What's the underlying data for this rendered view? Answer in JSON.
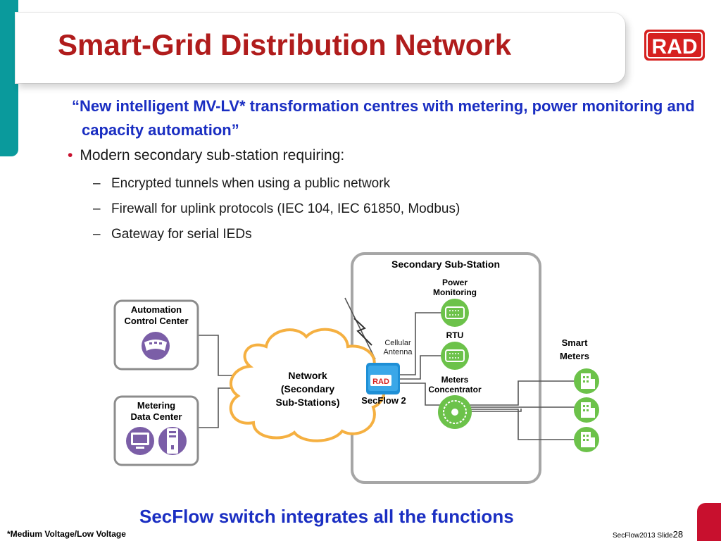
{
  "title": "Smart-Grid Distribution Network",
  "logo_text": "RAD",
  "quote": "“New intelligent MV-LV* transformation centres with metering, power monitoring and capacity automation”",
  "bullet": "Modern secondary sub-station requiring:",
  "subbullets": [
    "Encrypted tunnels when using a public network",
    "Firewall for uplink protocols (IEC 104, IEC 61850, Modbus)",
    "Gateway for serial IEDs"
  ],
  "dash": "–",
  "diagram": {
    "automation_line1": "Automation",
    "automation_line2": "Control Center",
    "metering_line1": "Metering",
    "metering_line2": "Data Center",
    "network_line1": "Network",
    "network_line2": "(Secondary",
    "network_line3": "Sub-Stations)",
    "substation_title": "Secondary Sub-Station",
    "power_line1": "Power",
    "power_line2": "Monitoring",
    "rtu": "RTU",
    "meters_line1": "Meters",
    "meters_line2": "Concentrator",
    "cellular_line1": "Cellular",
    "cellular_line2": "Antenna",
    "secflow_label": "SecFlow 2",
    "secflow_badge": "RAD",
    "smart_line1": "Smart",
    "smart_line2": "Meters"
  },
  "footer": "SecFlow switch integrates all the functions",
  "footnote": "*Medium Voltage/Low Voltage",
  "slide_prefix": "SecFlow2013  Slide",
  "slide_number": "28",
  "colors": {
    "title_red": "#b01c1c",
    "accent_blue": "#1a2ec2",
    "teal": "#0a9a9c",
    "icon_green": "#6cc24a",
    "icon_purple": "#7b5ea7",
    "cloud_orange": "#f5b041"
  }
}
